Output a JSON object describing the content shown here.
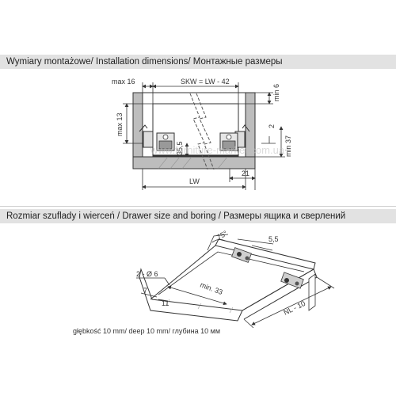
{
  "section1": {
    "header": "Wymiary montażowe/ Installation dimensions/ Монтажные размеры",
    "labels": {
      "max16": "max 16",
      "skw": "SKW = LW - 42",
      "min6": "min 6",
      "max13": "max 13",
      "two": "2",
      "min37": "min 37",
      "d355": "35,5",
      "n21": "21",
      "lw": "LW"
    },
    "watermark": "www.furniture-market.com.ua"
  },
  "section2": {
    "header": "Rozmiar szuflady i wierceń / Drawer size and boring / Размеры ящика и сверлений",
    "labels": {
      "ang75": "75°",
      "n55": "5,5",
      "bore": "2 - Ø 6",
      "min33": "min. 33",
      "n7": "7",
      "n11": "11",
      "nl": "NL - 10"
    },
    "depth_note": "głębkość 10 mm/ deep 10 mm/ глубина 10 мм"
  },
  "colors": {
    "header_bg": "#e2e2e2",
    "panel_fill": "#bdbdbd",
    "line": "#333333"
  }
}
